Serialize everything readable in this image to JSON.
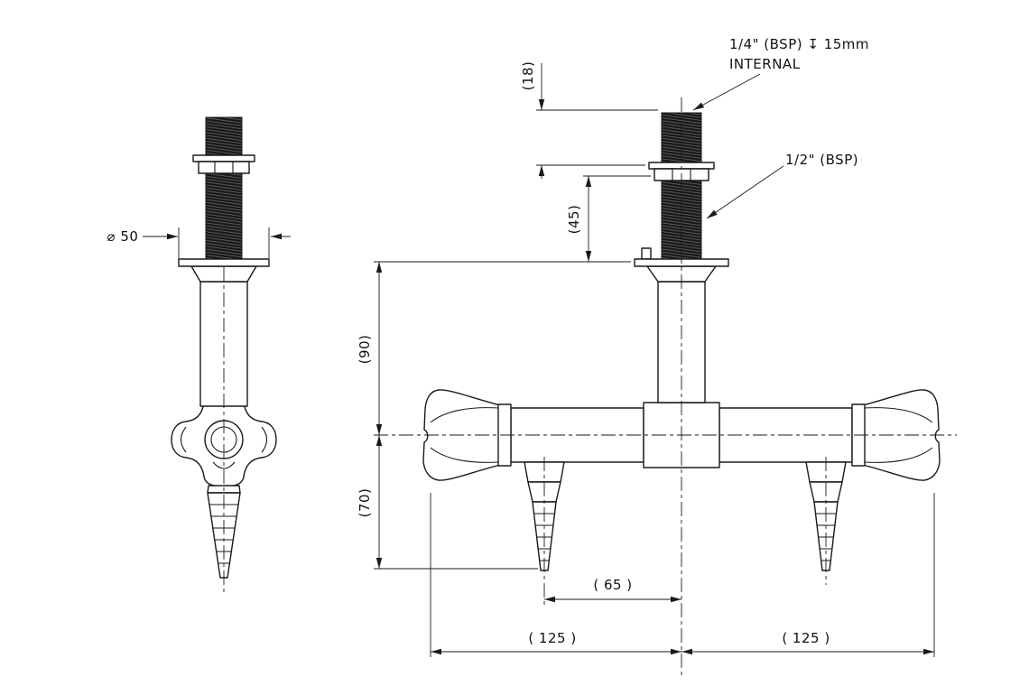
{
  "annotations": {
    "top_thread": "1/4\" (BSP)  ↧ 15mm",
    "top_thread_line2": "INTERNAL",
    "side_thread": "1/2\" (BSP)",
    "flange_diameter": "⌀ 50"
  },
  "dimensions": {
    "d18": "(18)",
    "d45": "(45)",
    "d90": "(90)",
    "d70": "(70)",
    "d65": "( 65 )",
    "d125_left": "( 125 )",
    "d125_right": "( 125 )"
  }
}
